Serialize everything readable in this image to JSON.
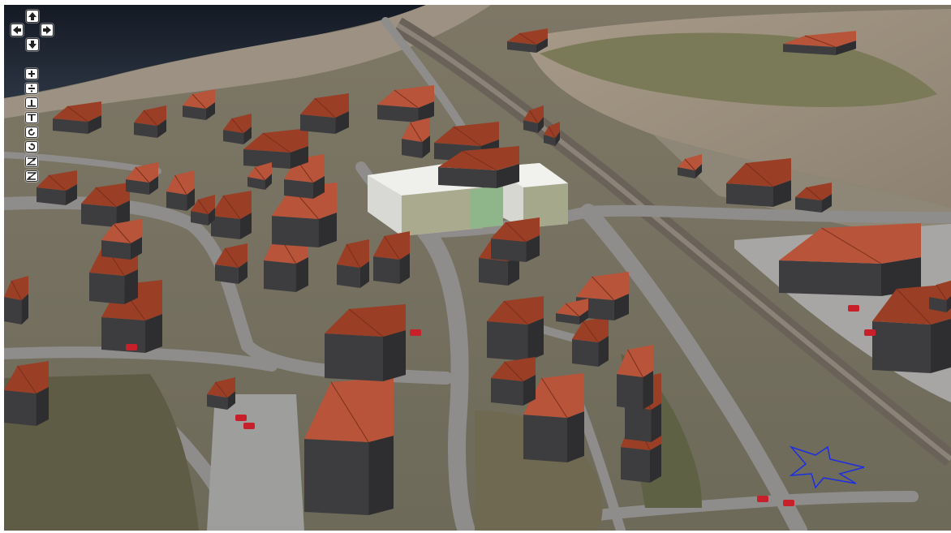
{
  "controls": {
    "pan": [
      {
        "id": "up",
        "icon": "arrow-up-icon"
      },
      {
        "id": "left",
        "icon": "arrow-left-icon"
      },
      {
        "id": "right",
        "icon": "arrow-right-icon"
      },
      {
        "id": "down",
        "icon": "arrow-down-icon"
      }
    ],
    "tools": [
      {
        "id": "zoom-in",
        "icon": "plus-icon"
      },
      {
        "id": "zoom-out",
        "icon": "divide-icon"
      },
      {
        "id": "tilt-down",
        "icon": "tilt-down-icon"
      },
      {
        "id": "tilt-up",
        "icon": "tilt-up-icon"
      },
      {
        "id": "rotate-clockwise",
        "icon": "rotate-cw-icon"
      },
      {
        "id": "rotate-counterclockwise",
        "icon": "rotate-ccw-icon"
      },
      {
        "id": "height-up",
        "icon": "height-up-icon"
      },
      {
        "id": "height-down",
        "icon": "height-down-icon"
      }
    ]
  },
  "colors": {
    "roof": "#9a3e25",
    "roof_light": "#b8543a",
    "wall": "#3d3d40",
    "road": "#8e8c8b",
    "field": "#9d8f7d",
    "grass": "#6f6a4f",
    "water": "#1c2330",
    "marker": "#1c2ee0"
  },
  "marker": {
    "icon": "star-marker-icon"
  }
}
